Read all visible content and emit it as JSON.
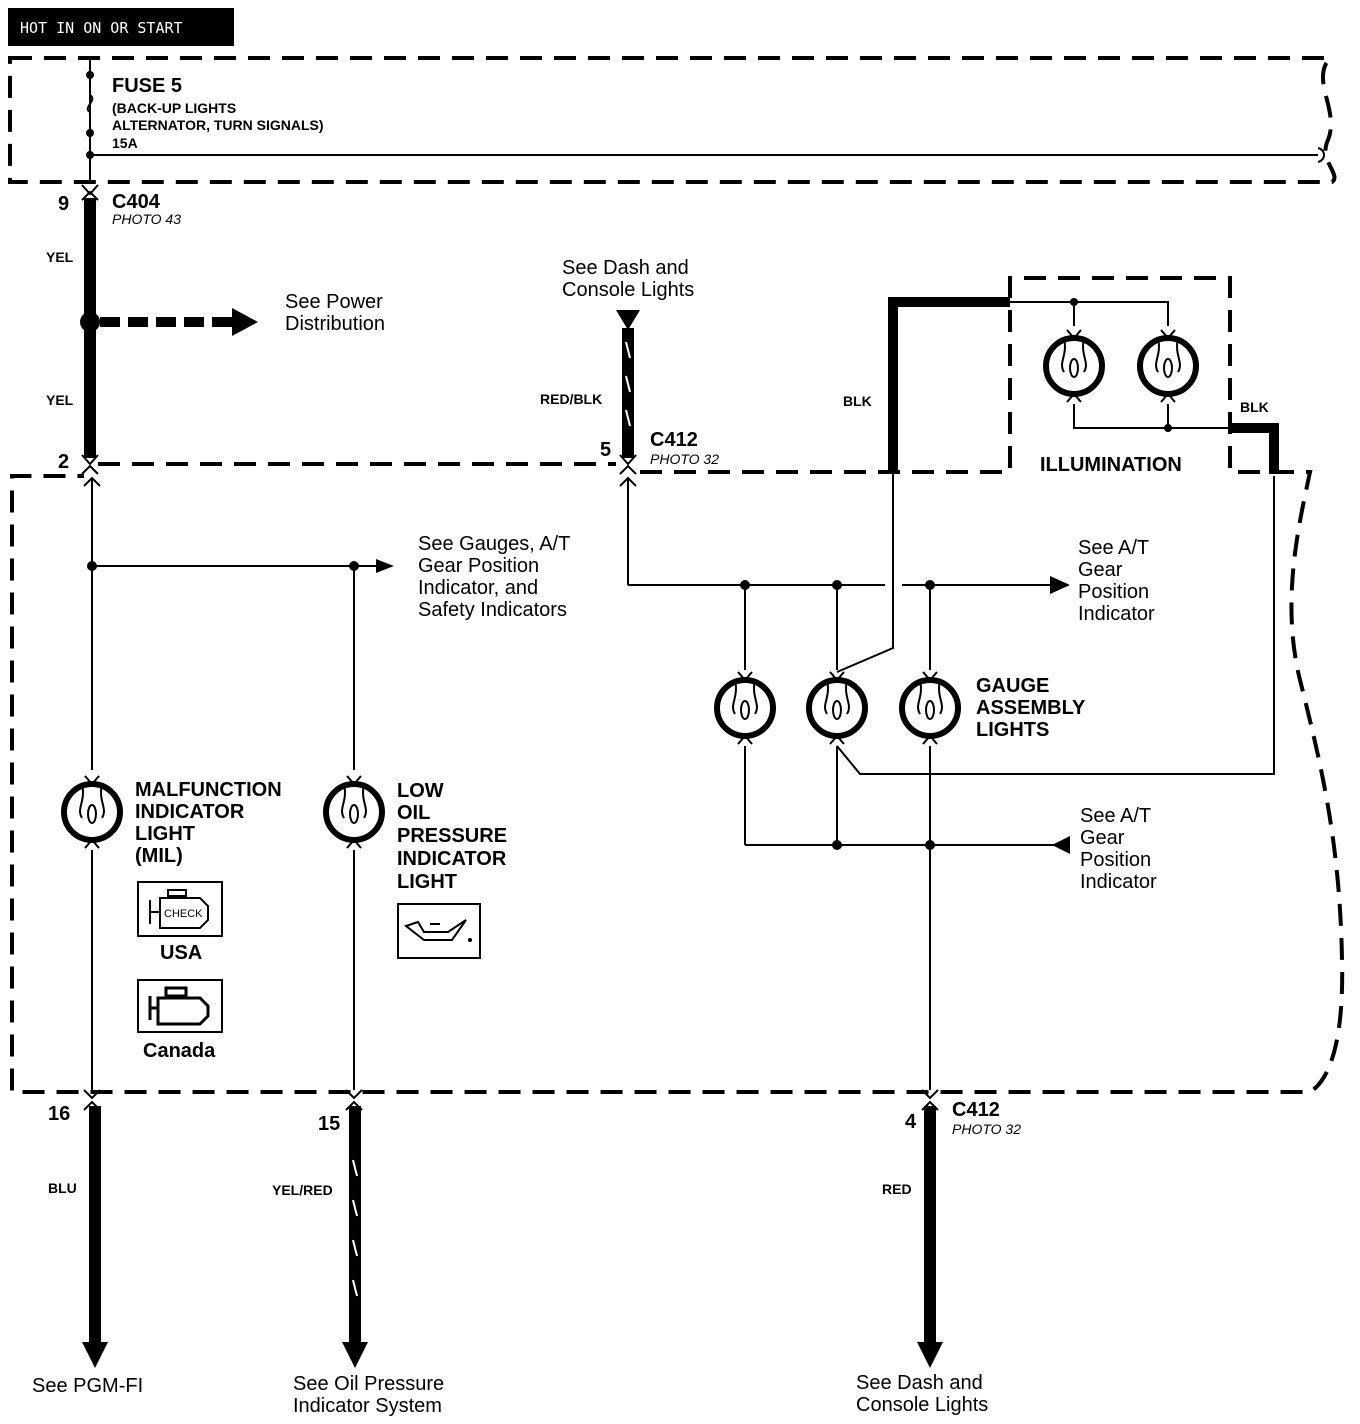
{
  "banner": "HOT IN ON OR START",
  "fuse": {
    "name": "FUSE 5",
    "desc1": "(BACK-UP LIGHTS",
    "desc2": "ALTERNATOR, TURN SIGNALS)",
    "rating": "15A"
  },
  "connectors": {
    "c404": {
      "name": "C404",
      "photo": "PHOTO 43",
      "pin": "9"
    },
    "c412_top": {
      "name": "C412",
      "photo": "PHOTO 32",
      "pin": "5"
    },
    "c412_bottom": {
      "name": "C412",
      "photo": "PHOTO 32",
      "pin": "4"
    },
    "pin_left_top": "2",
    "pin_mil": "16",
    "pin_oil": "15"
  },
  "wires": {
    "yel_upper": "YEL",
    "yel_lower": "YEL",
    "red_blk": "RED/BLK",
    "blk_left": "BLK",
    "blk_right": "BLK",
    "blu": "BLU",
    "yel_red": "YEL/RED",
    "red": "RED"
  },
  "refs": {
    "power_dist_1": "See Power",
    "power_dist_2": "Distribution",
    "dash_top_1": "See Dash and",
    "dash_top_2": "Console Lights",
    "gauges_1": "See Gauges, A/T",
    "gauges_2": "Gear Position",
    "gauges_3": "Indicator, and",
    "gauges_4": "Safety Indicators",
    "at_upper_1": "See A/T",
    "at_upper_2": "Gear",
    "at_upper_3": "Position",
    "at_upper_4": "Indicator",
    "at_lower_1": "See A/T",
    "at_lower_2": "Gear",
    "at_lower_3": "Position",
    "at_lower_4": "Indicator",
    "pgm_fi": "See PGM-FI",
    "oil_sys_1": "See Oil Pressure",
    "oil_sys_2": "Indicator System",
    "dash_bottom_1": "See Dash and",
    "dash_bottom_2": "Console Lights"
  },
  "components": {
    "illumination": "ILLUMINATION",
    "gauge_1": "GAUGE",
    "gauge_2": "ASSEMBLY",
    "gauge_3": "LIGHTS",
    "mil_1": "MALFUNCTION",
    "mil_2": "INDICATOR",
    "mil_3": "LIGHT",
    "mil_4": "(MIL)",
    "oil_1": "LOW",
    "oil_2": "OIL",
    "oil_3": "PRESSURE",
    "oil_4": "INDICATOR",
    "oil_5": "LIGHT",
    "check_text": "CHECK",
    "usa": "USA",
    "canada": "Canada"
  }
}
